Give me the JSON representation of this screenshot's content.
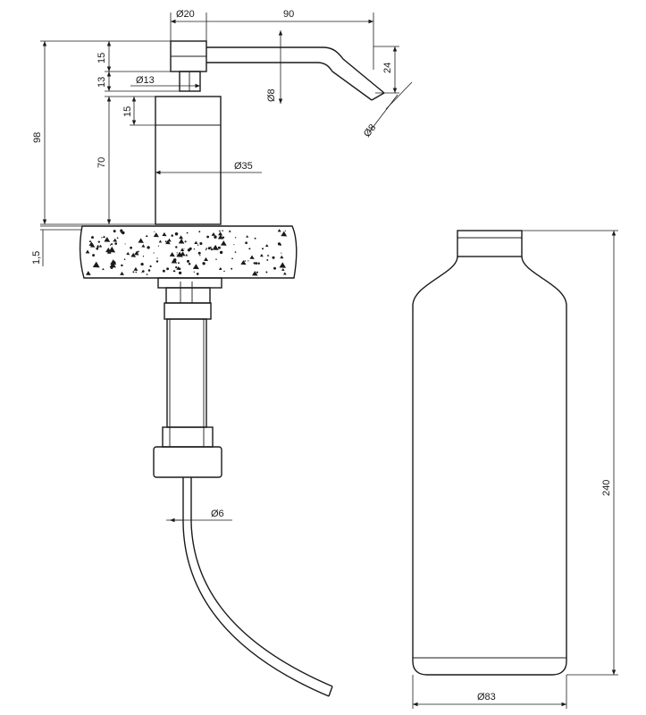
{
  "dispenser": {
    "dimensions": {
      "head_diameter": "Ø20",
      "spout_reach": "90",
      "head_height": "15",
      "neck_height": "13",
      "neck_diameter": "Ø13",
      "spout_drop": "24",
      "spout_tube_diameter": "Ø8",
      "nozzle_diameter": "Ø8",
      "total_height": "98",
      "collar_height": "15",
      "body_height": "70",
      "body_diameter": "Ø35",
      "counter_thickness": "1,5",
      "hose_diameter": "Ø6"
    }
  },
  "bottle": {
    "dimensions": {
      "height": "240",
      "diameter": "Ø83"
    }
  },
  "colors": {
    "line": "#1a1a1a",
    "background": "#ffffff",
    "counter_speckle": "#1a1a1a"
  }
}
